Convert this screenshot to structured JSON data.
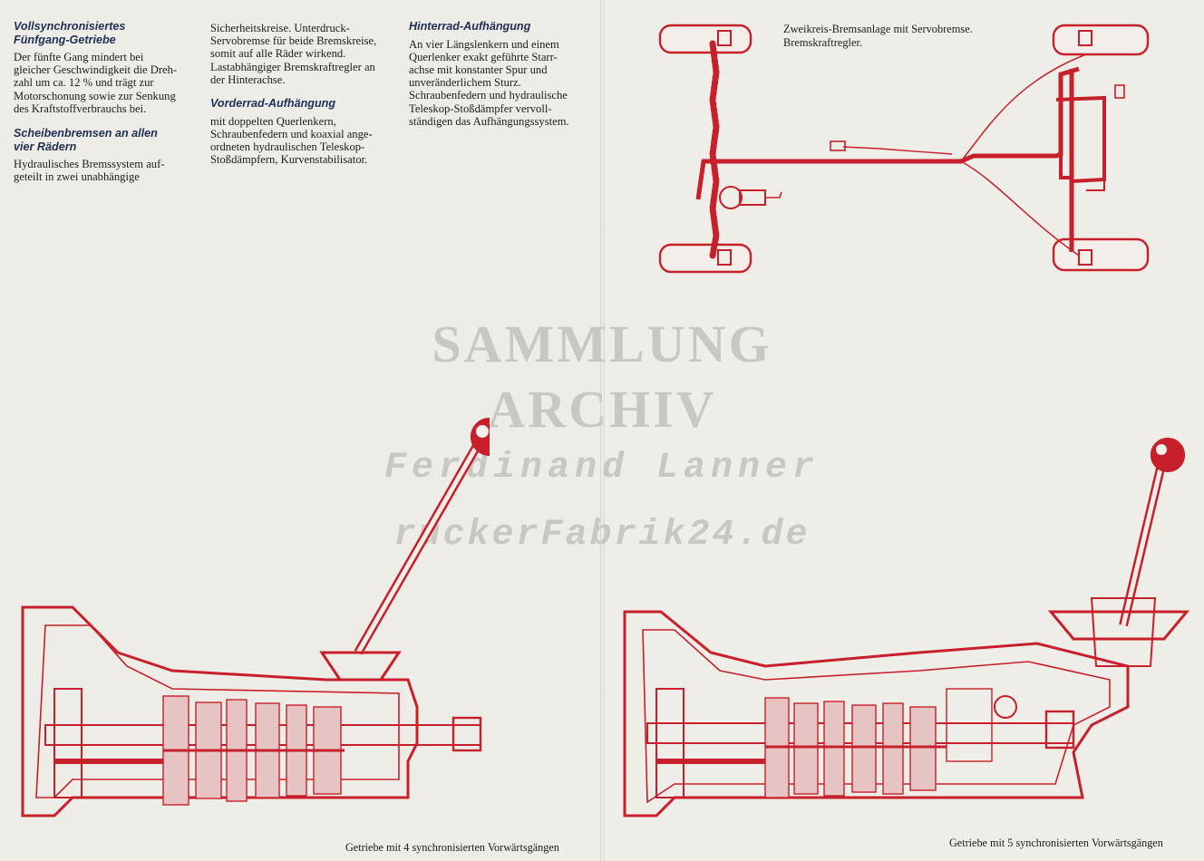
{
  "left_page": {
    "sections": [
      {
        "heading": "Vollsynchronisiertes\nFünfgang-Getriebe",
        "body": "Der fünfte Gang mindert bei\ngleicher Geschwindigkeit die Dreh-\nzahl um ca. 12 % und trägt zur\nMotorschonung sowie zur Senkung\ndes Kraftstoffverbrauchs bei."
      },
      {
        "heading": "Scheibenbremsen an allen\nvier Rädern",
        "body": "Hydraulisches Bremssystem auf-\ngeteilt in zwei unabhängige"
      },
      {
        "heading": "",
        "body": "Sicherheitskreise. Unterdruck-\nServobremse für beide Bremskreise,\nsomit auf alle Räder wirkend.\nLastabhängiger Bremskraftregler an\nder Hinterachse."
      },
      {
        "heading": "Vorderrad-Aufhängung",
        "body": "mit doppelten Querlenkern,\nSchraubenfedern und koaxial ange-\nordneten hydraulischen Teleskop-\nStoßdämpfern, Kurvenstabilisator."
      },
      {
        "heading": "Hinterrad-Aufhängung",
        "body": "An vier Längslenkern und einem\nQuerlenker exakt geführte Starr-\nachse mit konstanter Spur und\nunveränderlichem Sturz.\nSchraubenfedern und hydraulische\nTeleskop-Stoßdämpfer vervoll-\nständigen das Aufhängungssystem."
      }
    ],
    "caption": "Getriebe mit 4 synchronisierten Vorwärtsgängen"
  },
  "right_page": {
    "brake_caption": "Zweikreis-Bremsanlage mit Servobremse.\nBremskraftregler.",
    "caption": "Getriebe mit 5 synchronisierten Vorwärtsgängen"
  },
  "watermark": {
    "line1": "SAMMLUNG",
    "line2": "ARCHIV",
    "line3": "Ferdinand Lanner",
    "line4": "ruckerFabrik24.de"
  },
  "colors": {
    "illustration_red": "#c8202a",
    "heading_blue": "#1f2f55",
    "paper": "#eeece7",
    "watermark": "#c9c7c2"
  }
}
